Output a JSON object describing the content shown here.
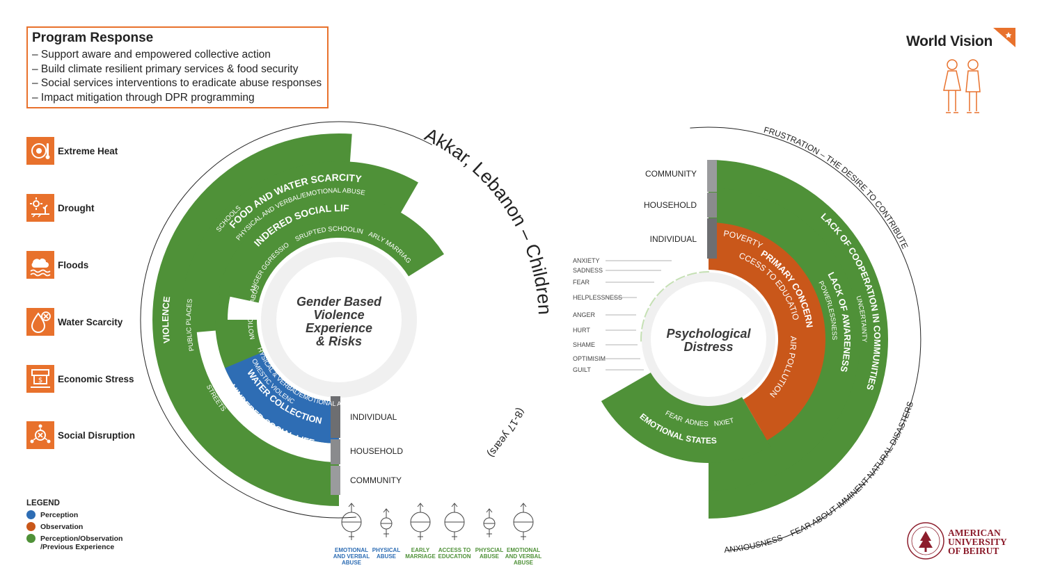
{
  "program_response": {
    "title": "Program Response",
    "items": [
      "– Support aware and empowered collective action",
      "– Build climate resilient primary services & food security",
      "– Social services interventions to eradicate abuse responses",
      "– Impact mitigation through DPR programming"
    ]
  },
  "stressors": [
    {
      "label": "Extreme Heat",
      "icon": "extreme-heat-icon"
    },
    {
      "label": "Drought",
      "icon": "drought-icon"
    },
    {
      "label": "Floods",
      "icon": "floods-icon"
    },
    {
      "label": "Water Scarcity",
      "icon": "water-scarcity-icon"
    },
    {
      "label": "Economic Stress",
      "icon": "economic-stress-icon"
    },
    {
      "label": "Social Disruption",
      "icon": "social-disruption-icon"
    }
  ],
  "legend": {
    "title": "LEGEND",
    "items": [
      {
        "label": "Perception",
        "color": "#2e6db4"
      },
      {
        "label": "Observation",
        "color": "#c9571a"
      },
      {
        "label": "Perception/Observation\n/Previous Experience",
        "color": "#4f9138"
      }
    ]
  },
  "main_title": "Akkar, Lebanon – Children",
  "age_range": "(8-17 years)",
  "gbv": {
    "center": [
      "Gender Based",
      "Violence",
      "Experience",
      "& Risks"
    ],
    "levels": [
      "INDIVIDUAL",
      "HOUSEHOLD",
      "COMMUNITY"
    ],
    "rings": {
      "violence": "VIOLENCE",
      "violence_places": [
        "SCHOOLS",
        "PUBLIC PLACES",
        "STREETS"
      ],
      "food_water": "FOOD AND WATER SCARCITY",
      "food_water_sub": "PHYSICAL AND VERBAL/EMOTIONAL ABUSE",
      "hindered_upper": "HINDERED SOCIAL LIFE",
      "hindered_upper_sub": [
        "ANGER",
        "AGGRESSION",
        "DISRUPTED SCHOOLING",
        "EARLY MARRIAGE"
      ],
      "water_collection": "WATER COLLECTION",
      "water_collection_sub": [
        "DOMESTIC VIOLENCE",
        "PHYSICAL & VERBAL/EMOTIONAL ABUSE"
      ],
      "hindered_lower": "HINDERED SOCIAL LIFE"
    }
  },
  "psych": {
    "center": [
      "Psychological",
      "Distress"
    ],
    "levels": [
      "COMMUNITY",
      "HOUSEHOLD",
      "INDIVIDUAL"
    ],
    "emotions": [
      "ANXIETY",
      "SADNESS",
      "FEAR",
      "HELPLESSNESS",
      "ANGER",
      "HURT",
      "SHAME",
      "OPTIMISIM",
      "GUILT"
    ],
    "rings": {
      "primary_concern": "PRIMARY CONCERN",
      "primary_concern_sub": [
        "POVERTY",
        "ACCESS TO EDUCATION",
        "AIR POLLUTION"
      ],
      "lack_awareness": "LACK OF AWARENESS",
      "lack_awareness_sub": "POWERLESSNESS",
      "lack_cooperation": "LACK OF COOPERATION IN COMMUNITIES",
      "lack_cooperation_sub": "UNCERTAINTY",
      "emotional_states": "EMOTIONAL STATES",
      "emotional_states_sub": [
        "ANXIETY",
        "SADNESS",
        "FEAR"
      ]
    },
    "outer": {
      "frustration": "FRUSTRATION – THE DESIRE TO CONTRIBUTE",
      "anxiousness": "ANXIOUSNESS – FEAR ABOUT IMMINENT NATURAL DISASTERS"
    }
  },
  "abuse_symbols": [
    {
      "label": "EMOTIONAL AND VERBAL ABUSE",
      "lines": [
        "EMOTIONAL",
        "AND VERBAL",
        "ABUSE"
      ],
      "color": "#2e6db4",
      "symbol": "male-female-icon"
    },
    {
      "label": "PHYSICAL ABUSE",
      "lines": [
        "PHYSICAL",
        "ABUSE"
      ],
      "color": "#2e6db4",
      "symbol": "male-female-small-icon"
    },
    {
      "label": "EARLY MARRIAGE",
      "lines": [
        "EARLY",
        "MARRIAGE"
      ],
      "color": "#4f9138",
      "symbol": "male-female-icon"
    },
    {
      "label": "ACCESS TO EDUCATION",
      "lines": [
        "ACCESS TO",
        "EDUCATION"
      ],
      "color": "#4f9138",
      "symbol": "male-female-icon"
    },
    {
      "label": "PHYSCIAL ABUSE",
      "lines": [
        "PHYSCIAL",
        "ABUSE"
      ],
      "color": "#4f9138",
      "symbol": "male-female-small-icon"
    },
    {
      "label": "EMOTIONAL AND VERBAL ABUSE",
      "lines": [
        "EMOTIONAL",
        "AND VERBAL",
        "ABUSE"
      ],
      "color": "#4f9138",
      "symbol": "male-female-icon"
    }
  ],
  "logos": {
    "world_vision": "World Vision",
    "aub": [
      "AMERICAN",
      "UNIVERSITY",
      "OF BEIRUT"
    ]
  },
  "colors": {
    "green": "#4f9138",
    "blue": "#2e6db4",
    "orange": "#c9571a",
    "brand_orange": "#e8712c",
    "light_green": "#c5e0b4",
    "grey": "#6d6e71"
  }
}
